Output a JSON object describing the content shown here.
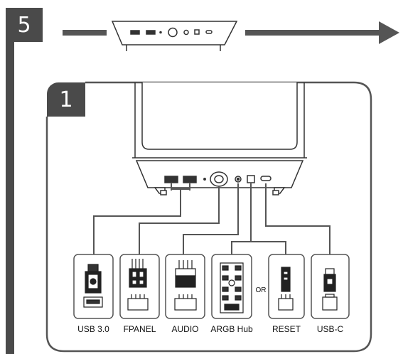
{
  "steps": {
    "outer": "5",
    "inner": "1"
  },
  "connectors": {
    "usb3": "USB 3.0",
    "fpanel": "FPANEL",
    "audio": "AUDIO",
    "argb": "ARGB Hub",
    "or": "OR",
    "reset": "RESET",
    "usbc": "USB-C"
  },
  "colors": {
    "badge": "#4a4a4a",
    "line": "#555555",
    "background": "#ffffff"
  }
}
